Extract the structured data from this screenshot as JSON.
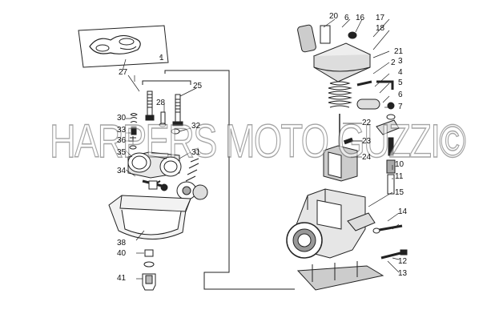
{
  "watermark": "HARPERS MOTO GUZZI©",
  "callouts": [
    {
      "id": "1",
      "text": "1"
    },
    {
      "id": "2",
      "text": "2"
    },
    {
      "id": "3",
      "text": "3"
    },
    {
      "id": "4",
      "text": "4"
    },
    {
      "id": "5",
      "text": "5"
    },
    {
      "id": "6a",
      "text": "6"
    },
    {
      "id": "6b",
      "text": "6"
    },
    {
      "id": "7",
      "text": "7"
    },
    {
      "id": "10",
      "text": "10"
    },
    {
      "id": "11",
      "text": "11"
    },
    {
      "id": "12",
      "text": "12"
    },
    {
      "id": "13",
      "text": "13"
    },
    {
      "id": "14",
      "text": "14"
    },
    {
      "id": "15",
      "text": "15"
    },
    {
      "id": "16",
      "text": "16"
    },
    {
      "id": "17",
      "text": "17"
    },
    {
      "id": "18",
      "text": "18"
    },
    {
      "id": "20",
      "text": "20"
    },
    {
      "id": "21",
      "text": "21"
    },
    {
      "id": "22",
      "text": "22"
    },
    {
      "id": "23",
      "text": "23"
    },
    {
      "id": "24",
      "text": "24"
    },
    {
      "id": "25",
      "text": "25"
    },
    {
      "id": "27",
      "text": "27"
    },
    {
      "id": "28",
      "text": "28"
    },
    {
      "id": "30",
      "text": "30"
    },
    {
      "id": "31",
      "text": "31"
    },
    {
      "id": "32",
      "text": "32"
    },
    {
      "id": "33",
      "text": "33"
    },
    {
      "id": "34",
      "text": "34"
    },
    {
      "id": "35",
      "text": "35"
    },
    {
      "id": "36",
      "text": "36"
    },
    {
      "id": "38",
      "text": "38"
    },
    {
      "id": "40",
      "text": "40"
    },
    {
      "id": "41",
      "text": "41"
    }
  ]
}
